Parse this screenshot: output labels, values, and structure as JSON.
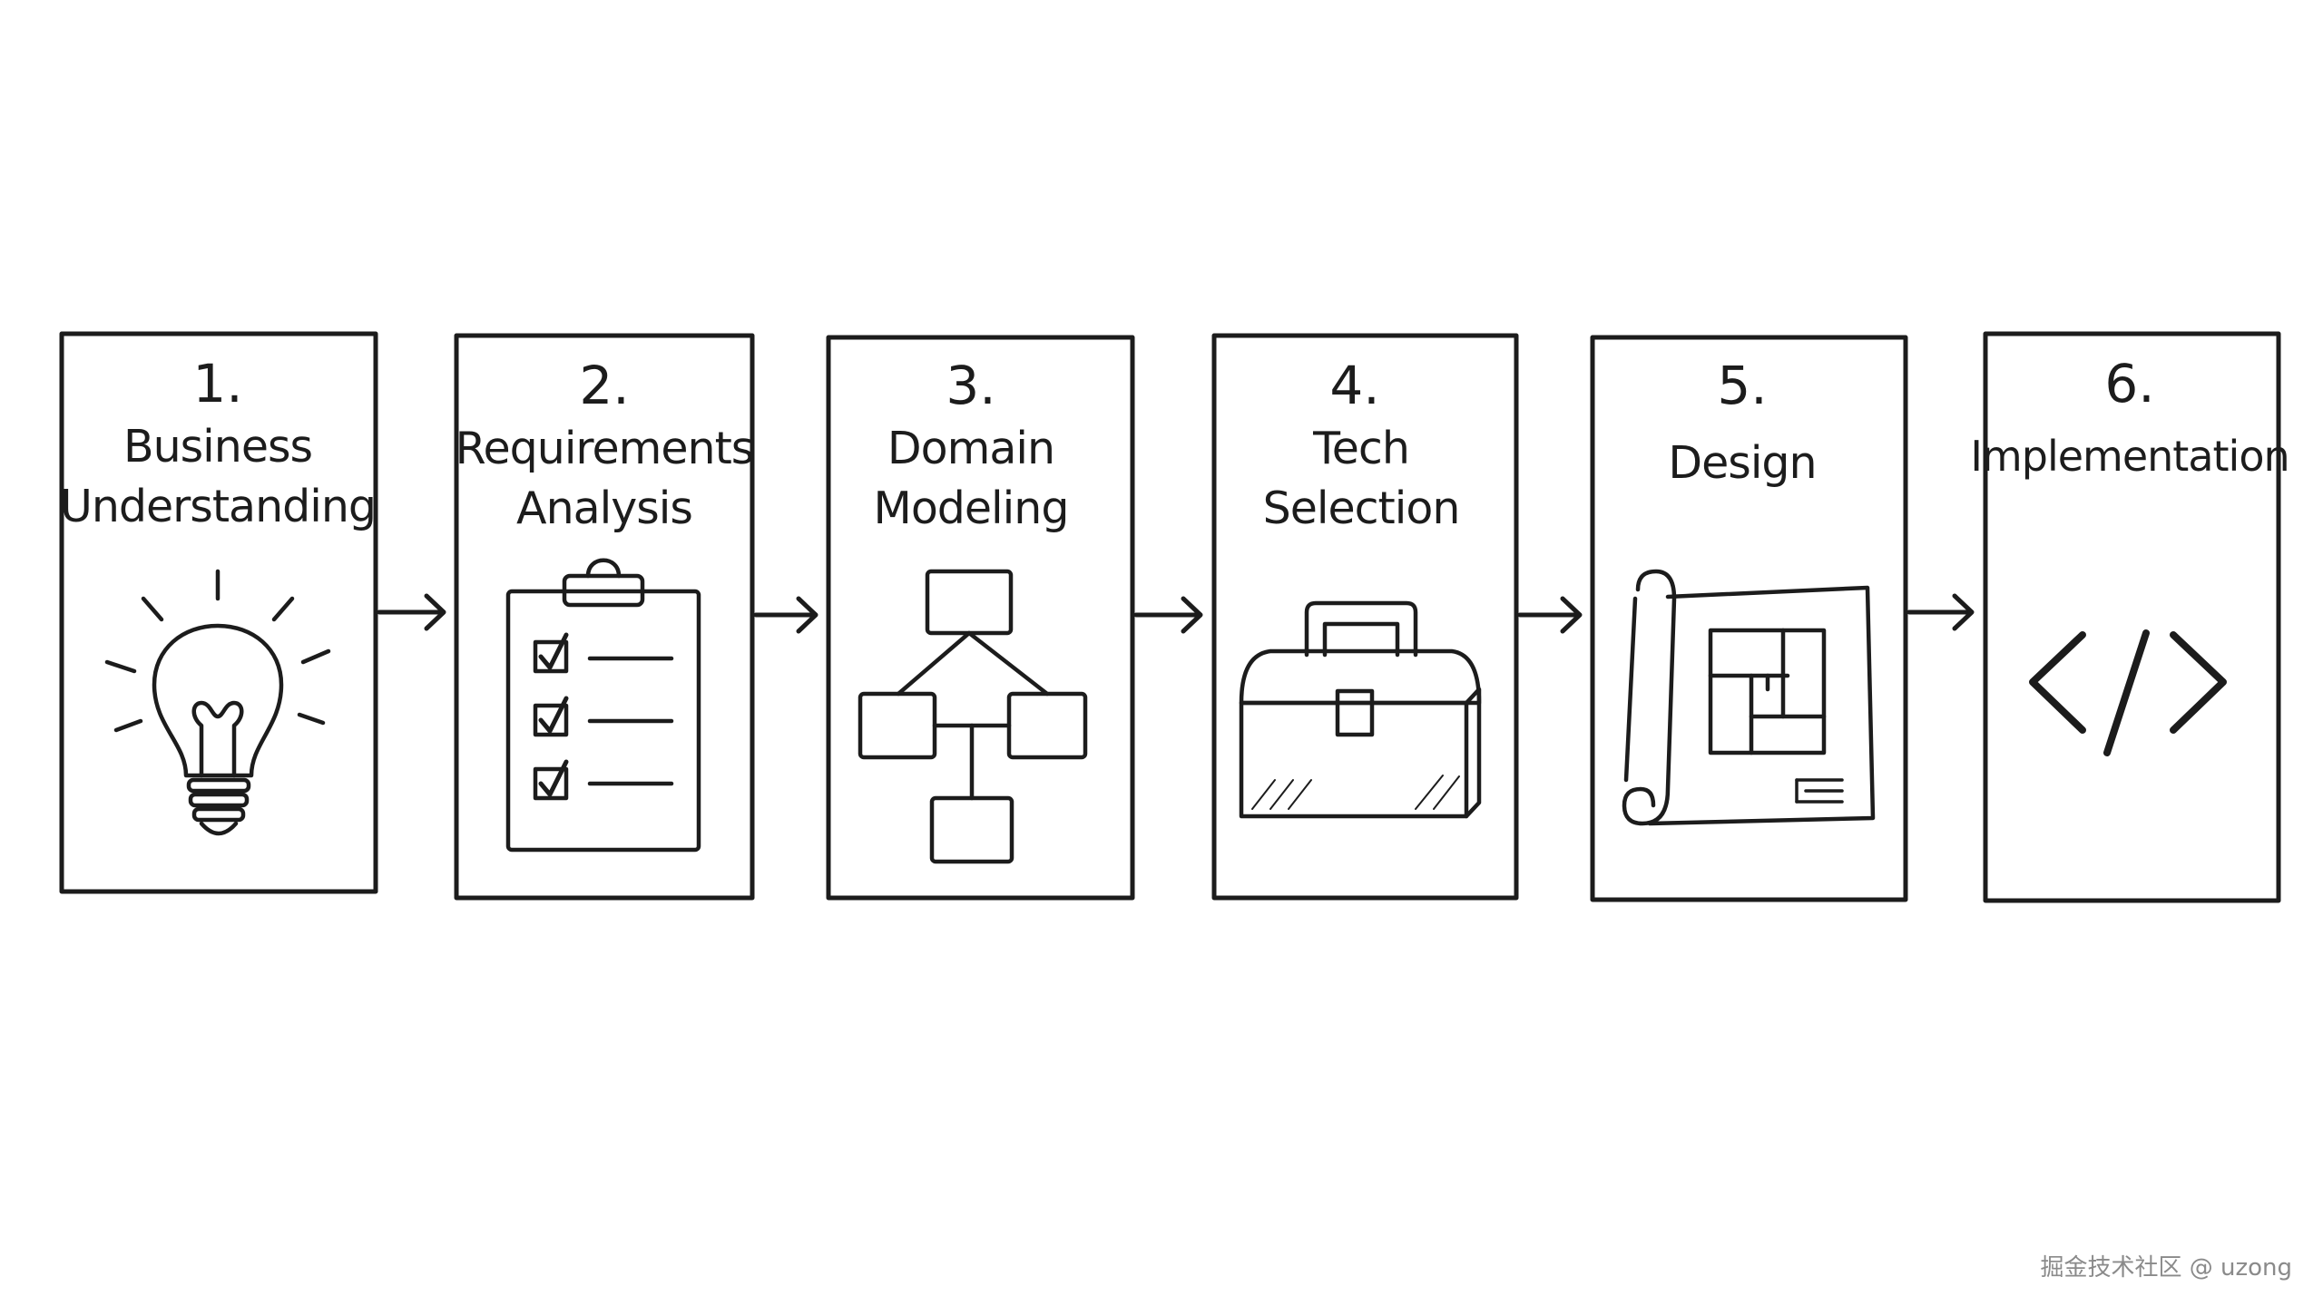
{
  "steps": [
    {
      "number": "1.",
      "title": "Business\nUnderstanding",
      "icon": "lightbulb-icon"
    },
    {
      "number": "2.",
      "title": "Requirements\nAnalysis",
      "icon": "clipboard-checklist-icon"
    },
    {
      "number": "3.",
      "title": "Domain\nModeling",
      "icon": "hierarchy-diagram-icon"
    },
    {
      "number": "4.",
      "title": "Tech\nSelection",
      "icon": "toolbox-icon"
    },
    {
      "number": "5.",
      "title": "Design",
      "icon": "blueprint-icon"
    },
    {
      "number": "6.",
      "title": "Implementation",
      "icon": "code-brackets-icon"
    }
  ],
  "watermark": "掘金技术社区 @ uzong",
  "colors": {
    "ink": "#1c1c1c",
    "background": "#ffffff",
    "watermark": "#8a8a8a"
  }
}
